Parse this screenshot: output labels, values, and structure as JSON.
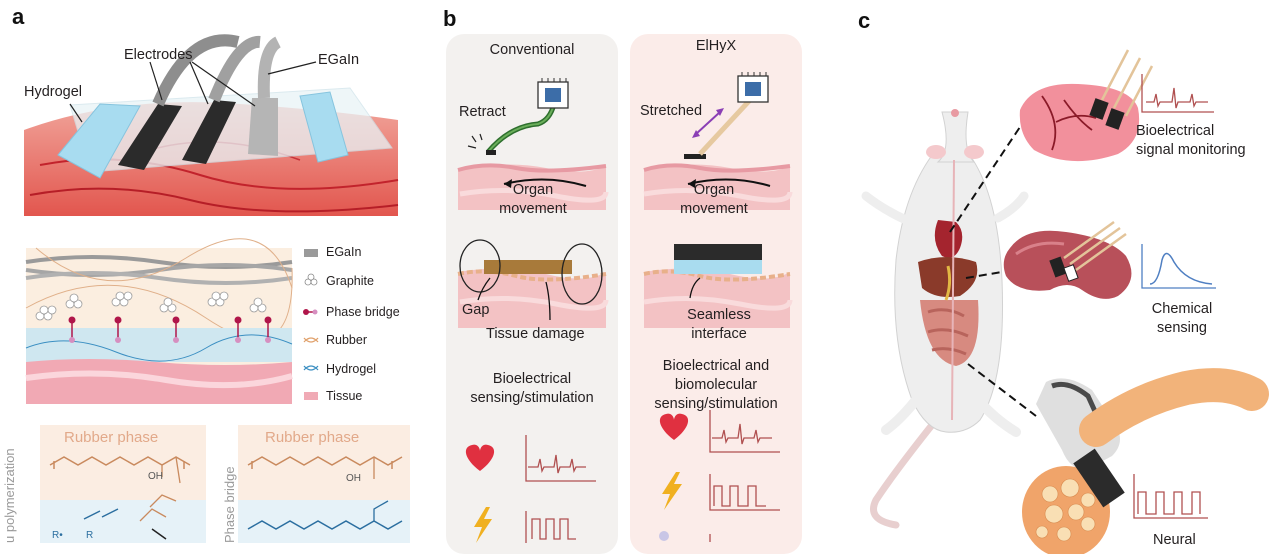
{
  "panels": {
    "a": "a",
    "b": "b",
    "c": "c"
  },
  "panel_a": {
    "device_labels": {
      "hydrogel": "Hydrogel",
      "electrodes": "Electrodes",
      "egain": "EGaIn"
    },
    "legend": [
      {
        "label": "EGaIn",
        "color": "#9a9a9a"
      },
      {
        "label": "Graphite",
        "color": "#cfcfcf"
      },
      {
        "label": "Phase bridge",
        "color": "#b0164a"
      },
      {
        "label": "Rubber",
        "color": "#e0a06a"
      },
      {
        "label": "Hydrogel",
        "color": "#3b8fc2"
      },
      {
        "label": "Tissue",
        "color": "#f0aab5"
      }
    ],
    "chem_left": {
      "title": "Rubber phase",
      "side_label": "u polymerization",
      "oh": "OH",
      "r_plus": "R•",
      "r": "R"
    },
    "chem_right": {
      "title": "Rubber phase",
      "side_label": "Phase bridge",
      "oh": "OH"
    }
  },
  "panel_b": {
    "conventional": {
      "title": "Conventional",
      "retract": "Retract",
      "organ_movement": "Organ\nmovement",
      "gap": "Gap",
      "tissue_damage": "Tissue damage",
      "function": "Bioelectrical\nsensing/stimulation"
    },
    "elhyx": {
      "title": "ElHyX",
      "stretched": "Stretched",
      "organ_movement": "Organ\nmovement",
      "seamless": "Seamless\ninterface",
      "function": "Bioelectrical and\nbiomolecular\nsensing/stimulation"
    }
  },
  "panel_c": {
    "heart_label": "Bioelectrical\nsignal monitoring",
    "kidney_label": "Chemical\nsensing",
    "nerve_label": "Neural"
  },
  "icons": [
    "heart-icon",
    "lightning-icon",
    "microchip-icon",
    "molecule-icon"
  ],
  "colors": {
    "tissue": "#f3c2c4",
    "tissue_dark": "#e79aa3",
    "hydrogel": "#a9dcef",
    "conventional_bg": "#f3f1ef",
    "elhyx_bg": "#fbece9",
    "signal": "#b05050",
    "heart": "#e03040",
    "lightning": "#f0b020",
    "stretch_arrow": "#8b3fb5"
  }
}
